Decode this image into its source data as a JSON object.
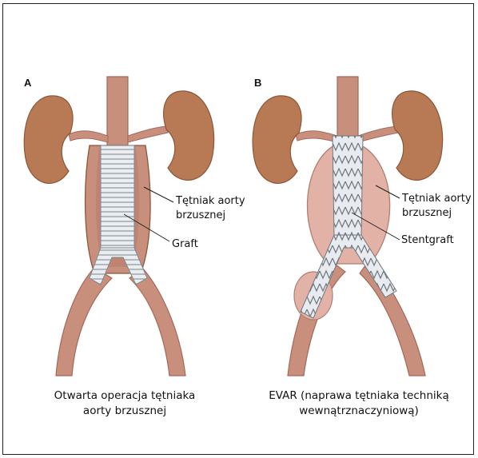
{
  "panels": [
    {
      "letter": "A",
      "labels": {
        "aneurysm_line1": "Tętniak aorty",
        "aneurysm_line2": "brzusznej",
        "device": "Graft"
      },
      "caption_line1": "Otwarta operacja tętniaka",
      "caption_line2": "aorty brzusznej"
    },
    {
      "letter": "B",
      "labels": {
        "aneurysm_line1": "Tętniak aorty",
        "aneurysm_line2": "brzusznej",
        "device": "Stentgraft"
      },
      "caption_line1": "EVAR (naprawa tętniaka techniką",
      "caption_line2": "wewnątrznaczyniową)"
    }
  ],
  "colors": {
    "kidney": "#b87a55",
    "kidney_dark": "#8d5638",
    "vessel": "#c98f7d",
    "vessel_dark": "#a5685a",
    "aneurysm": "#e3b2a6",
    "graft": "#ebeef1",
    "graft_rib": "#9aa2aa"
  }
}
